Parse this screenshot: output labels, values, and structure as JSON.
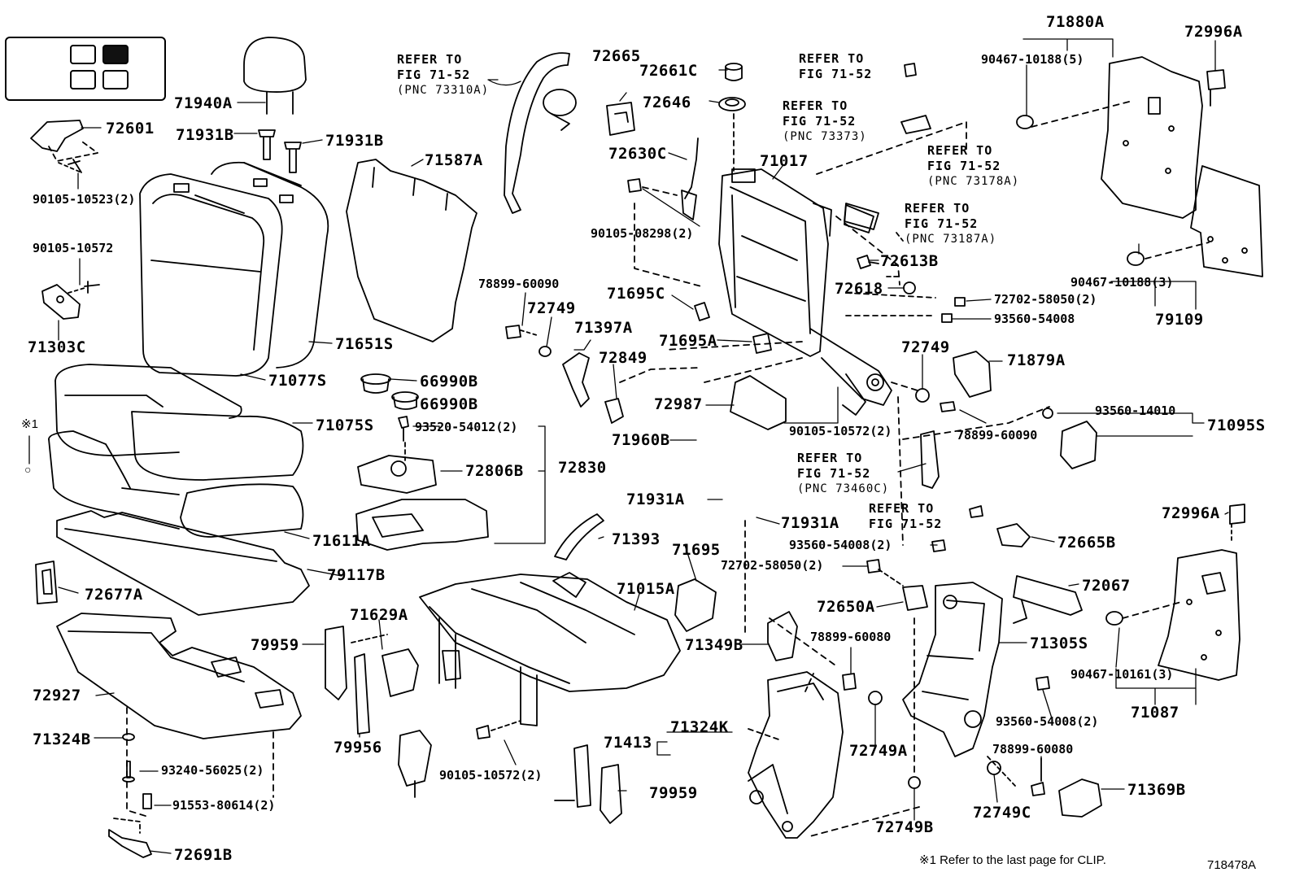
{
  "diagram_id": "718478A",
  "footnote": "※1  Refer to the last page for CLIP.",
  "clip_marker": "※1",
  "seat_position_indicator": {
    "highlighted_cell": "rear-right"
  },
  "labels": {
    "p71940A": "71940A",
    "p71931B_l": "71931B",
    "p71931B_r": "71931B",
    "p72601": "72601",
    "p90105_10523": "90105-10523(2)",
    "p90105_10572_a": "90105-10572",
    "p71303C": "71303C",
    "p71651S": "71651S",
    "p71077S": "71077S",
    "p71075S": "71075S",
    "p71611A": "71611A",
    "p79117B": "79117B",
    "p72677A": "72677A",
    "p72927": "72927",
    "p71324B": "71324B",
    "p93240": "93240-56025(2)",
    "p91553": "91553-80614(2)",
    "p72691B": "72691B",
    "p71587A": "71587A",
    "p66990B_1": "66990B",
    "p66990B_2": "66990B",
    "p93520": "93520-54012(2)",
    "p72806B": "72806B",
    "p72830": "72830",
    "p72665": "72665",
    "p72661C": "72661C",
    "p72646": "72646",
    "p72630C": "72630C",
    "p71017": "71017",
    "p90105_08298": "90105-08298(2)",
    "p78899_60090_a": "78899-60090",
    "p72749_a": "72749",
    "p71397A": "71397A",
    "p72849": "72849",
    "p71695C": "71695C",
    "p71695A": "71695A",
    "p72987": "72987",
    "p72613B": "72613B",
    "p72618": "72618",
    "p72702_a": "72702-58050(2)",
    "p93560_54008_a": "93560-54008",
    "p72749_b": "72749",
    "p71879A": "71879A",
    "p90105_10572_b": "90105-10572(2)",
    "p78899_60090_b": "78899-60090",
    "p71960B": "71960B",
    "p71931A_l": "71931A",
    "p71931A_r": "71931A",
    "p71393": "71393",
    "p71695": "71695",
    "p71015A": "71015A",
    "p71629A": "71629A",
    "p79959_a": "79959",
    "p79956": "79956",
    "p90105_10572_c": "90105-10572(2)",
    "p71413": "71413",
    "p71324K": "71324K",
    "p79959_b": "79959",
    "p71349B": "71349B",
    "p93560_54008_b": "93560-54008(2)",
    "p72702_b": "72702-58050(2)",
    "p72650A": "72650A",
    "p78899_60080_a": "78899-60080",
    "p72749A": "72749A",
    "p72749B": "72749B",
    "p71880A": "71880A",
    "p90467_10188_5": "90467-10188(5)",
    "p72996A_t": "72996A",
    "p90467_10188_3": "90467-10188(3)",
    "p79109": "79109",
    "p93560_14010": "93560-14010",
    "p71095S": "71095S",
    "p72996A_b": "72996A",
    "p72665B": "72665B",
    "p72067": "72067",
    "p71305S": "71305S",
    "p93560_54008_c": "93560-54008(2)",
    "p78899_60080_b": "78899-60080",
    "p72749C": "72749C",
    "p71369B": "71369B",
    "p90467_10161": "90467-10161(3)",
    "p71087": "71087"
  },
  "refs": {
    "r1": {
      "l1": "REFER TO",
      "l2": "FIG 71-52",
      "l3": "(PNC 73310A)"
    },
    "r2": {
      "l1": "REFER TO",
      "l2": "FIG 71-52"
    },
    "r3": {
      "l1": "REFER TO",
      "l2": "FIG 71-52",
      "l3": "(PNC 73373)"
    },
    "r4": {
      "l1": "REFER TO",
      "l2": "FIG 71-52",
      "l3": "(PNC 73178A)"
    },
    "r5": {
      "l1": "REFER TO",
      "l2": "FIG 71-52",
      "l3": "(PNC 73187A)"
    },
    "r6": {
      "l1": "REFER TO",
      "l2": "FIG 71-52",
      "l3": "(PNC 73460C)"
    },
    "r7": {
      "l1": "REFER TO",
      "l2": "FIG 71-52"
    }
  }
}
